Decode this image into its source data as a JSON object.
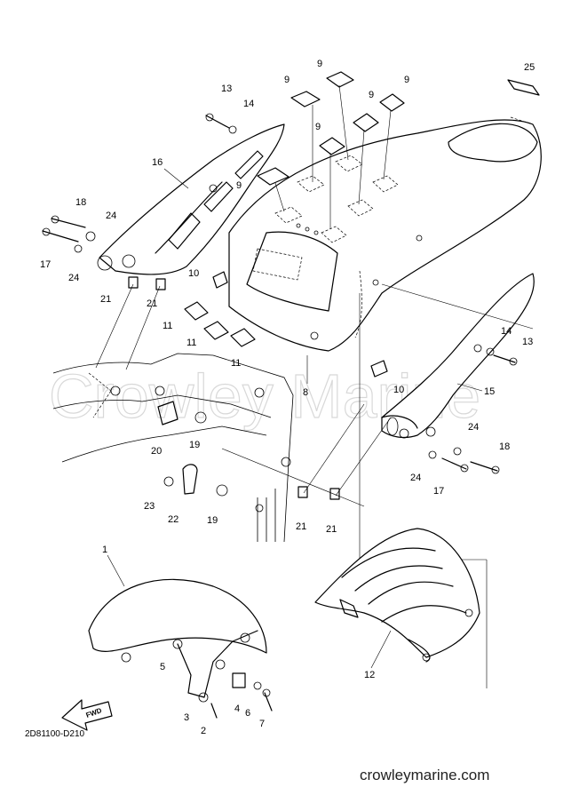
{
  "diagram": {
    "watermark": "Crowley Marine",
    "drawing_code": "2D81100-D210",
    "website": "crowleymarine.com",
    "fwd_label": "FWD",
    "callouts": {
      "c1": "1",
      "c2": "2",
      "c3": "3",
      "c4": "4",
      "c5": "5",
      "c6": "6",
      "c7": "7",
      "c8": "8",
      "c9a": "9",
      "c9b": "9",
      "c9c": "9",
      "c9d": "9",
      "c9e": "9",
      "c9f": "9",
      "c10a": "10",
      "c10b": "10",
      "c11a": "11",
      "c11b": "11",
      "c11c": "11",
      "c12": "12",
      "c13a": "13",
      "c13b": "13",
      "c14a": "14",
      "c14b": "14",
      "c15": "15",
      "c16": "16",
      "c17a": "17",
      "c17b": "17",
      "c18a": "18",
      "c18b": "18",
      "c19a": "19",
      "c19b": "19",
      "c20": "20",
      "c21a": "21",
      "c21b": "21",
      "c21c": "21",
      "c21d": "21",
      "c22": "22",
      "c23": "23",
      "c24a": "24",
      "c24b": "24",
      "c24c": "24",
      "c24d": "24",
      "c25": "25"
    }
  }
}
